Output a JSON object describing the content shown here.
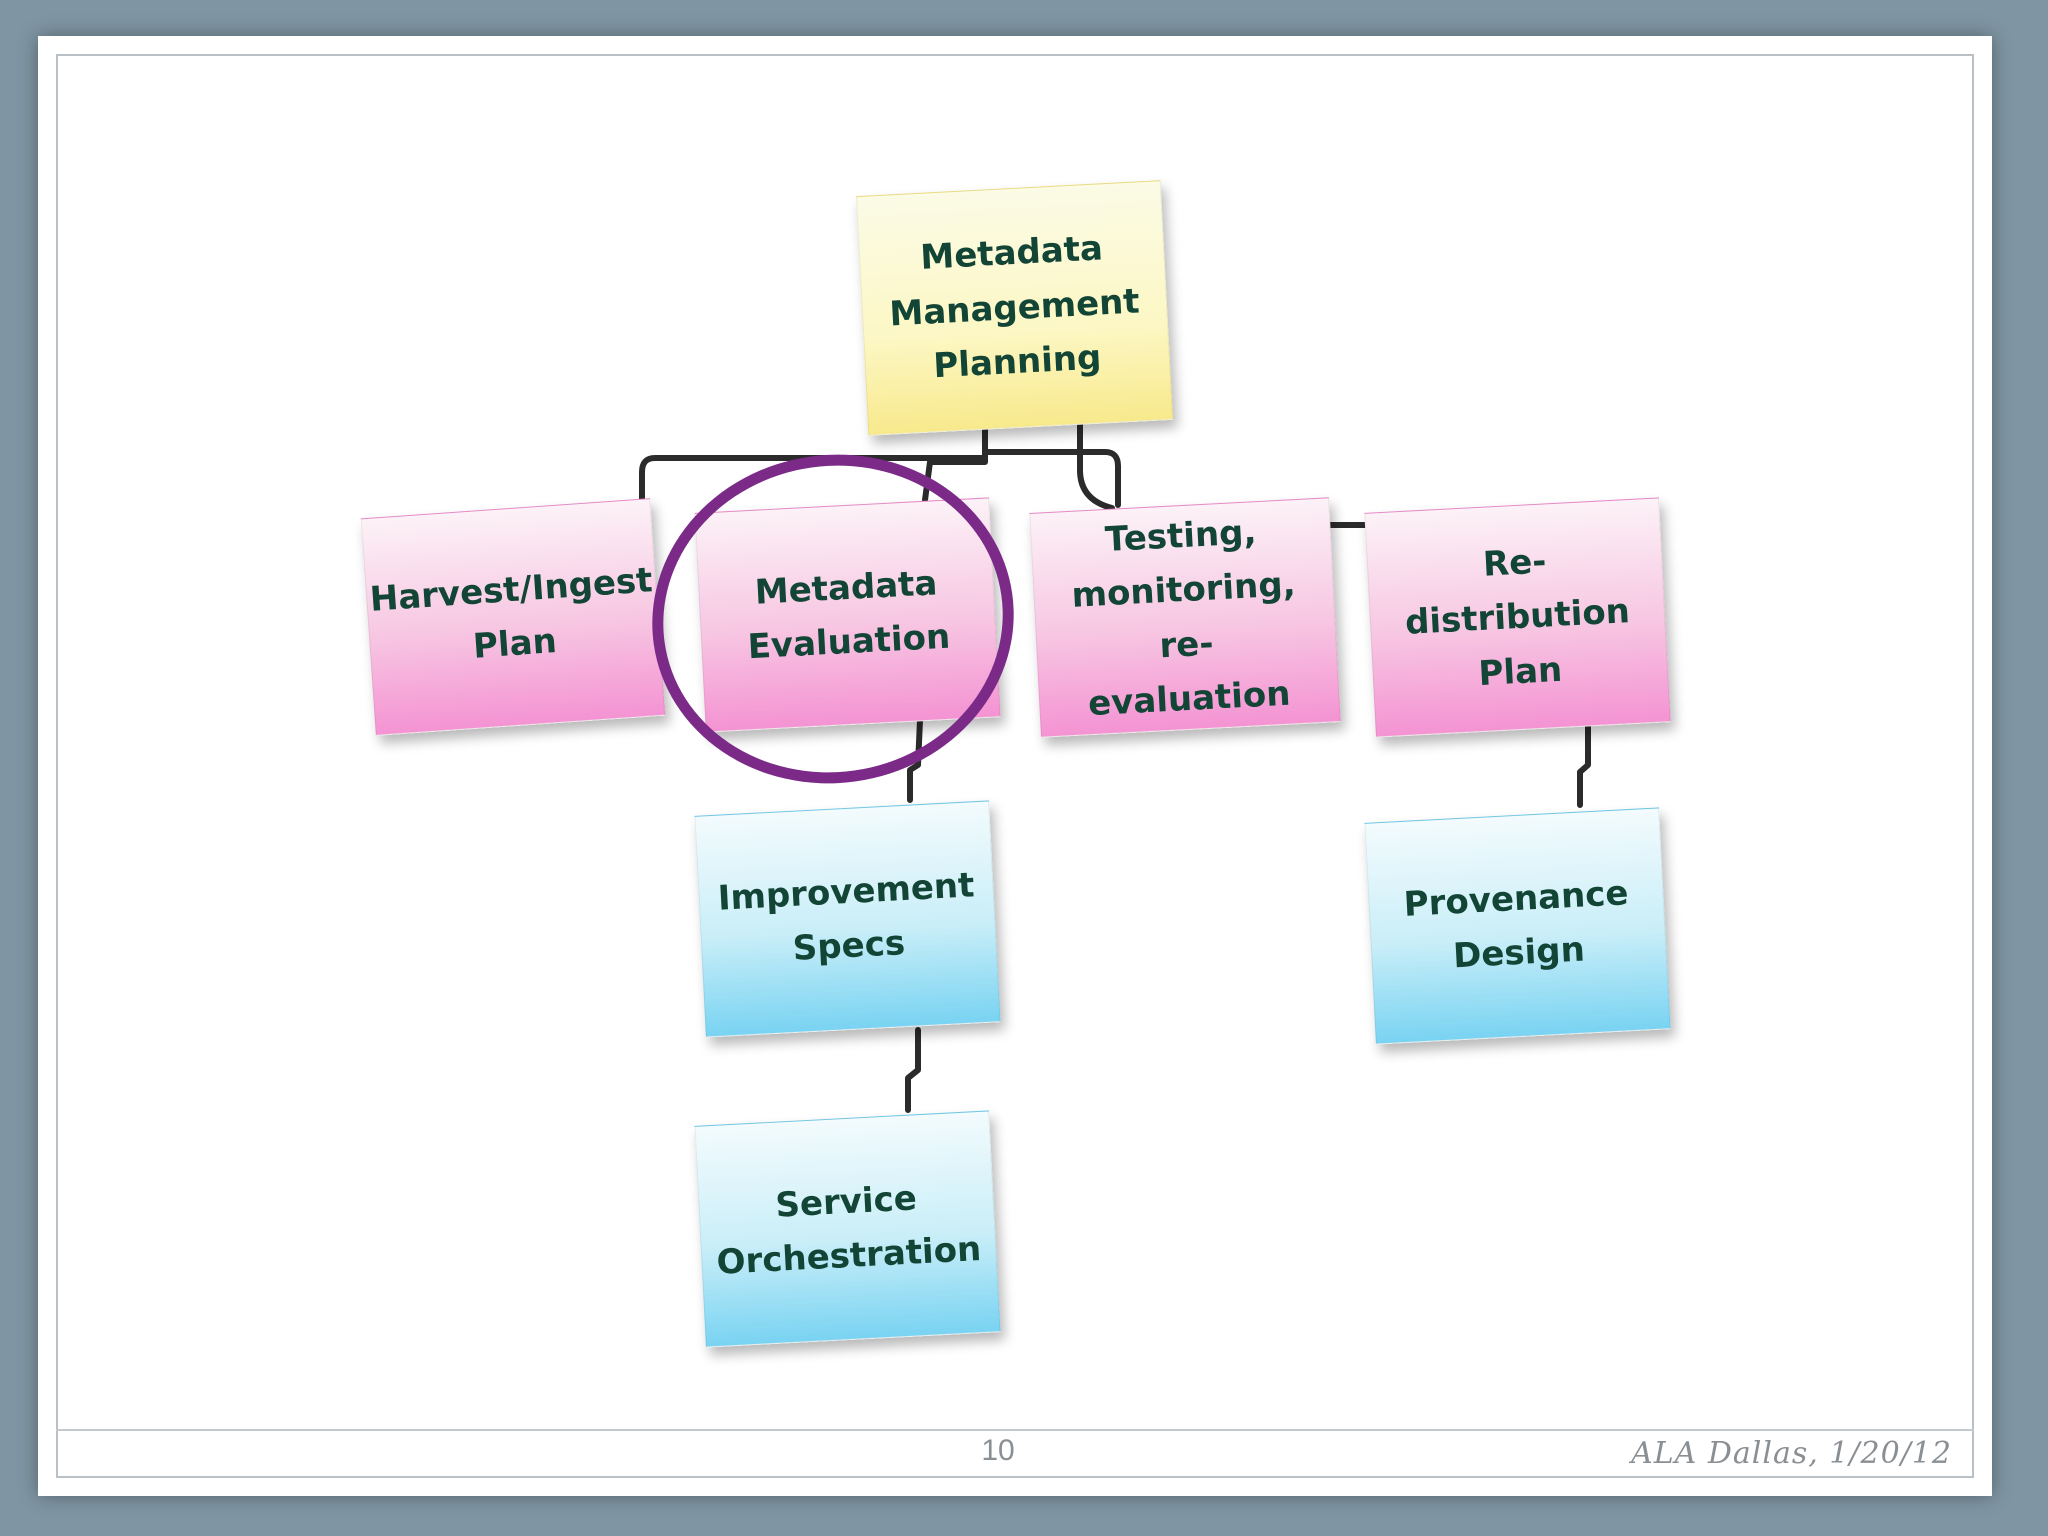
{
  "diagram": {
    "nodes": [
      {
        "id": "metadata-management-planning",
        "label": "Metadata\nManagement\nPlanning",
        "color": "yellow"
      },
      {
        "id": "harvest-ingest-plan",
        "label": "Harvest/Ingest\nPlan",
        "color": "pink"
      },
      {
        "id": "metadata-evaluation",
        "label": "Metadata\nEvaluation",
        "color": "pink",
        "highlighted": true
      },
      {
        "id": "testing-monitoring",
        "label": "Testing,\nmonitoring, re-\nevaluation",
        "color": "pink"
      },
      {
        "id": "re-distribution-plan",
        "label": "Re-distribution\nPlan",
        "color": "pink"
      },
      {
        "id": "improvement-specs",
        "label": "Improvement\nSpecs",
        "color": "blue"
      },
      {
        "id": "provenance-design",
        "label": "Provenance\nDesign",
        "color": "blue"
      },
      {
        "id": "service-orchestration",
        "label": "Service\nOrchestration",
        "color": "blue"
      }
    ],
    "edges": [
      {
        "from": "metadata-management-planning",
        "to": "harvest-ingest-plan"
      },
      {
        "from": "metadata-management-planning",
        "to": "metadata-evaluation"
      },
      {
        "from": "metadata-management-planning",
        "to": "testing-monitoring"
      },
      {
        "from": "metadata-management-planning",
        "to": "re-distribution-plan"
      },
      {
        "from": "metadata-evaluation",
        "to": "improvement-specs"
      },
      {
        "from": "improvement-specs",
        "to": "service-orchestration"
      },
      {
        "from": "re-distribution-plan",
        "to": "provenance-design"
      }
    ],
    "colors": {
      "yellow": "#f8e98c",
      "pink": "#f493d3",
      "blue": "#79d3f2",
      "text": "#124535",
      "highlight": "#7b2a88"
    }
  },
  "footer": {
    "page_number": "10",
    "note": "ALA Dallas, 1/20/12"
  }
}
